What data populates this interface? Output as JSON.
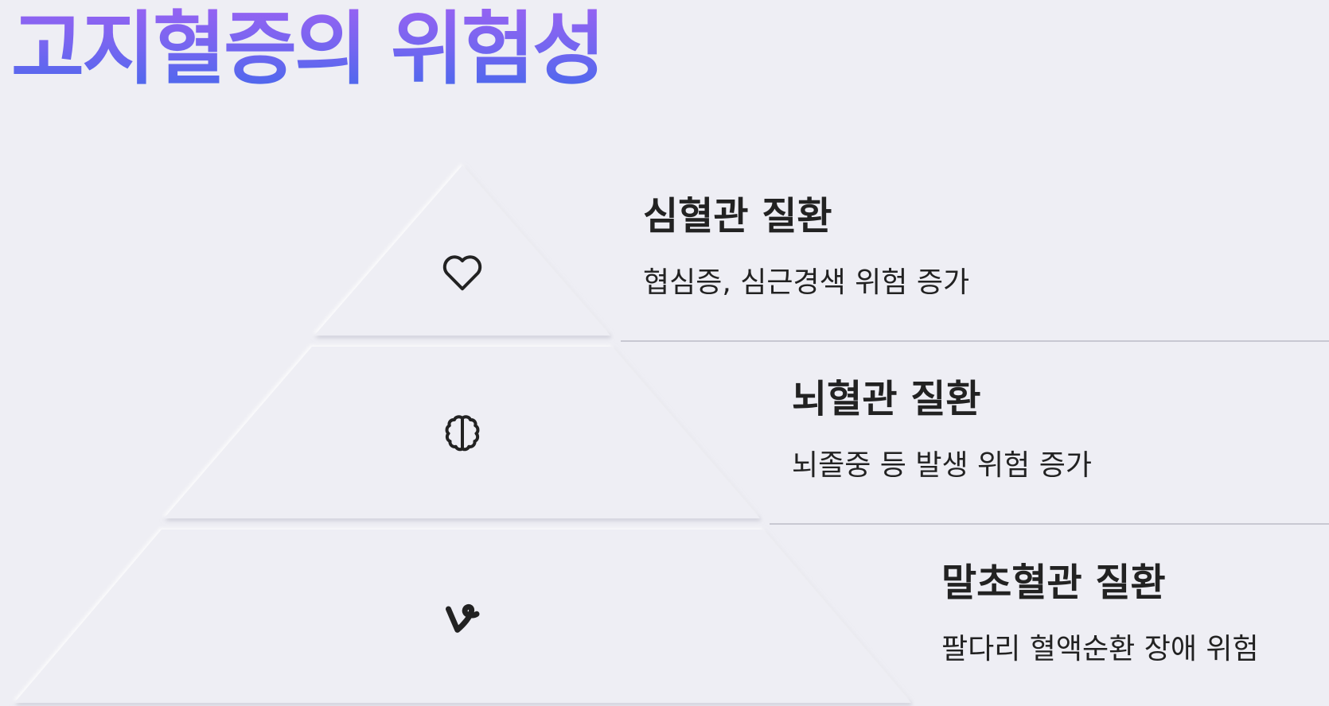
{
  "title": "고지혈증의 위험성",
  "colors": {
    "background": "#eeeef4",
    "title_gradient_top": "#9a62f2",
    "title_gradient_bottom": "#4468ec",
    "text": "#222222",
    "divider": "#c8c8d2"
  },
  "levels": [
    {
      "icon": "heart-icon",
      "title": "심혈관 질환",
      "description": "협심증, 심근경색 위험 증가"
    },
    {
      "icon": "brain-icon",
      "title": "뇌혈관 질환",
      "description": "뇌졸중 등 발생 위험 증가"
    },
    {
      "icon": "vine-icon",
      "title": "말초혈관 질환",
      "description": "팔다리 혈액순환 장애 위험"
    }
  ]
}
